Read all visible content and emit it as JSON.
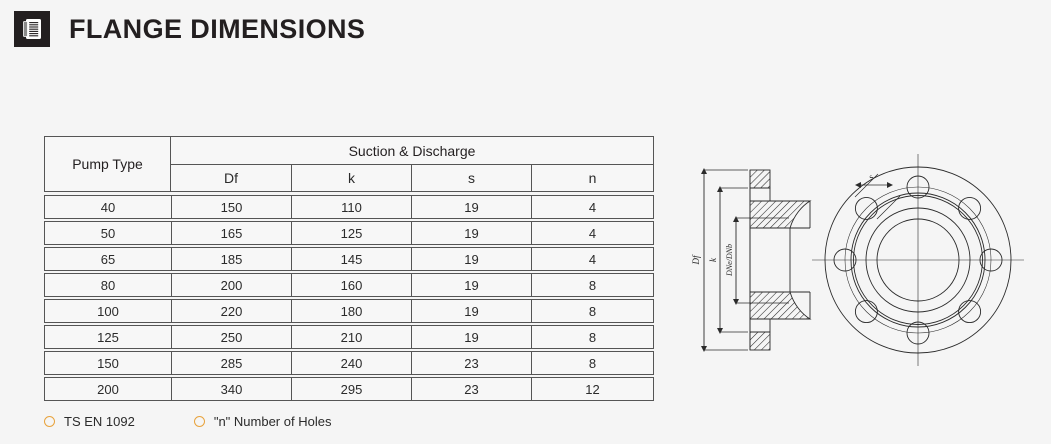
{
  "header": {
    "title": "FLANGE DIMENSIONS",
    "icon": "document-icon"
  },
  "table": {
    "group_header": "Suction & Discharge",
    "columns": [
      "Pump Type",
      "Df",
      "k",
      "s",
      "n"
    ],
    "rows": [
      {
        "type": "40",
        "df": "150",
        "k": "110",
        "s": "19",
        "n": "4"
      },
      {
        "type": "50",
        "df": "165",
        "k": "125",
        "s": "19",
        "n": "4"
      },
      {
        "type": "65",
        "df": "185",
        "k": "145",
        "s": "19",
        "n": "4"
      },
      {
        "type": "80",
        "df": "200",
        "k": "160",
        "s": "19",
        "n": "8"
      },
      {
        "type": "100",
        "df": "220",
        "k": "180",
        "s": "19",
        "n": "8"
      },
      {
        "type": "125",
        "df": "250",
        "k": "210",
        "s": "19",
        "n": "8"
      },
      {
        "type": "150",
        "df": "285",
        "k": "240",
        "s": "23",
        "n": "8"
      },
      {
        "type": "200",
        "df": "340",
        "k": "295",
        "s": "23",
        "n": "12"
      }
    ]
  },
  "legend": {
    "marker_color": "#e8a33d",
    "items": [
      {
        "label": "TS EN 1092"
      },
      {
        "label": "\"n\" Number of Holes"
      }
    ]
  },
  "drawing": {
    "section_labels": {
      "outer_diameter": "Df",
      "bolt_circle": "k",
      "bore": "DNe/DNb"
    },
    "front_labels": {
      "hole_diameter": "s"
    },
    "hole_count": 8,
    "line_color": "#2b2b2b"
  }
}
